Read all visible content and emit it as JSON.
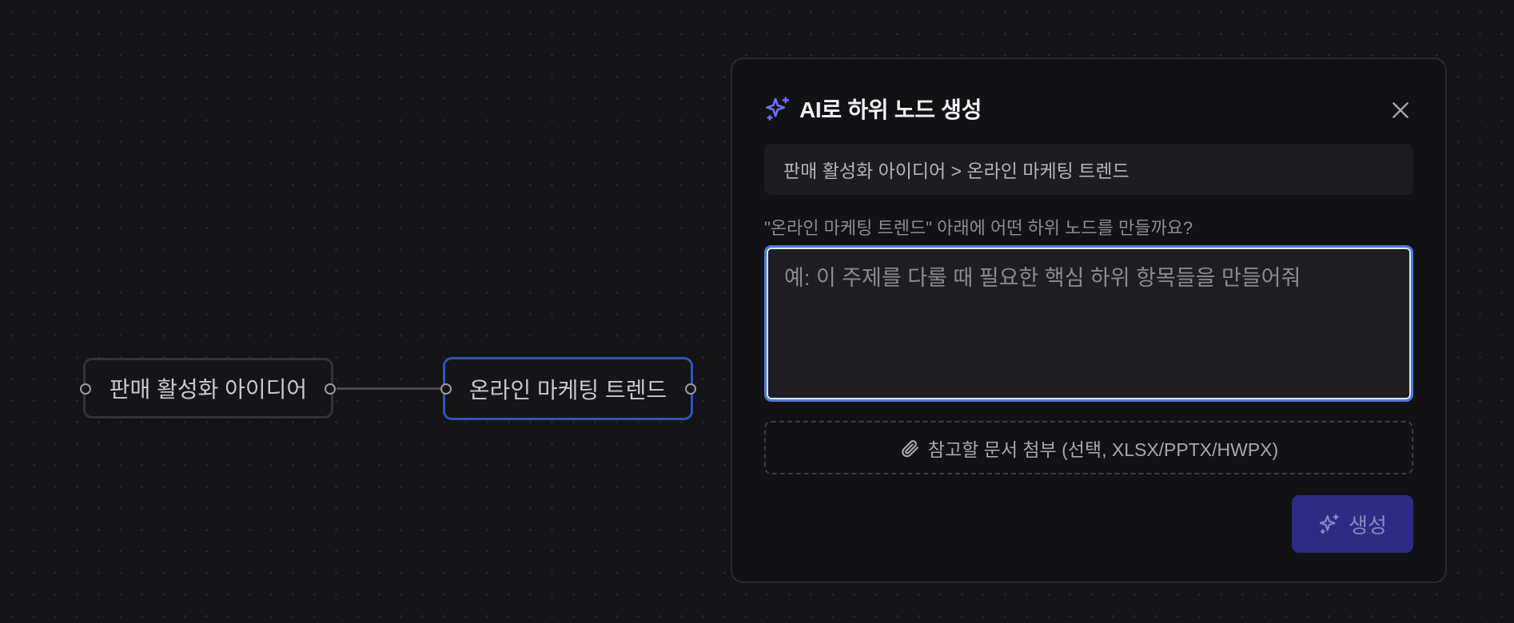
{
  "canvas": {
    "nodes": [
      {
        "label": "판매 활성화 아이디어",
        "selected": false
      },
      {
        "label": "온라인 마케팅 트렌드",
        "selected": true
      }
    ]
  },
  "dialog": {
    "icon": "sparkles-icon",
    "title": "AI로 하위 노드 생성",
    "close_icon": "close-icon",
    "breadcrumb": "판매 활성화 아이디어 > 온라인 마케팅 트렌드",
    "prompt_label": "\"온라인 마케팅 트렌드\" 아래에 어떤 하위 노드를 만들까요?",
    "prompt_value": "",
    "prompt_placeholder": "예: 이 주제를 다룰 때 필요한 핵심 하위 항목들을 만들어줘",
    "attach_icon": "paperclip-icon",
    "attach_label": "참고할 문서 첨부 (선택, XLSX/PPTX/HWPX)",
    "generate_label": "생성",
    "colors": {
      "accent": "#6b6ef5",
      "focus_border": "#4b7be0",
      "selected_node_border": "#2f56b5",
      "generate_button": "#2e2b84"
    }
  }
}
